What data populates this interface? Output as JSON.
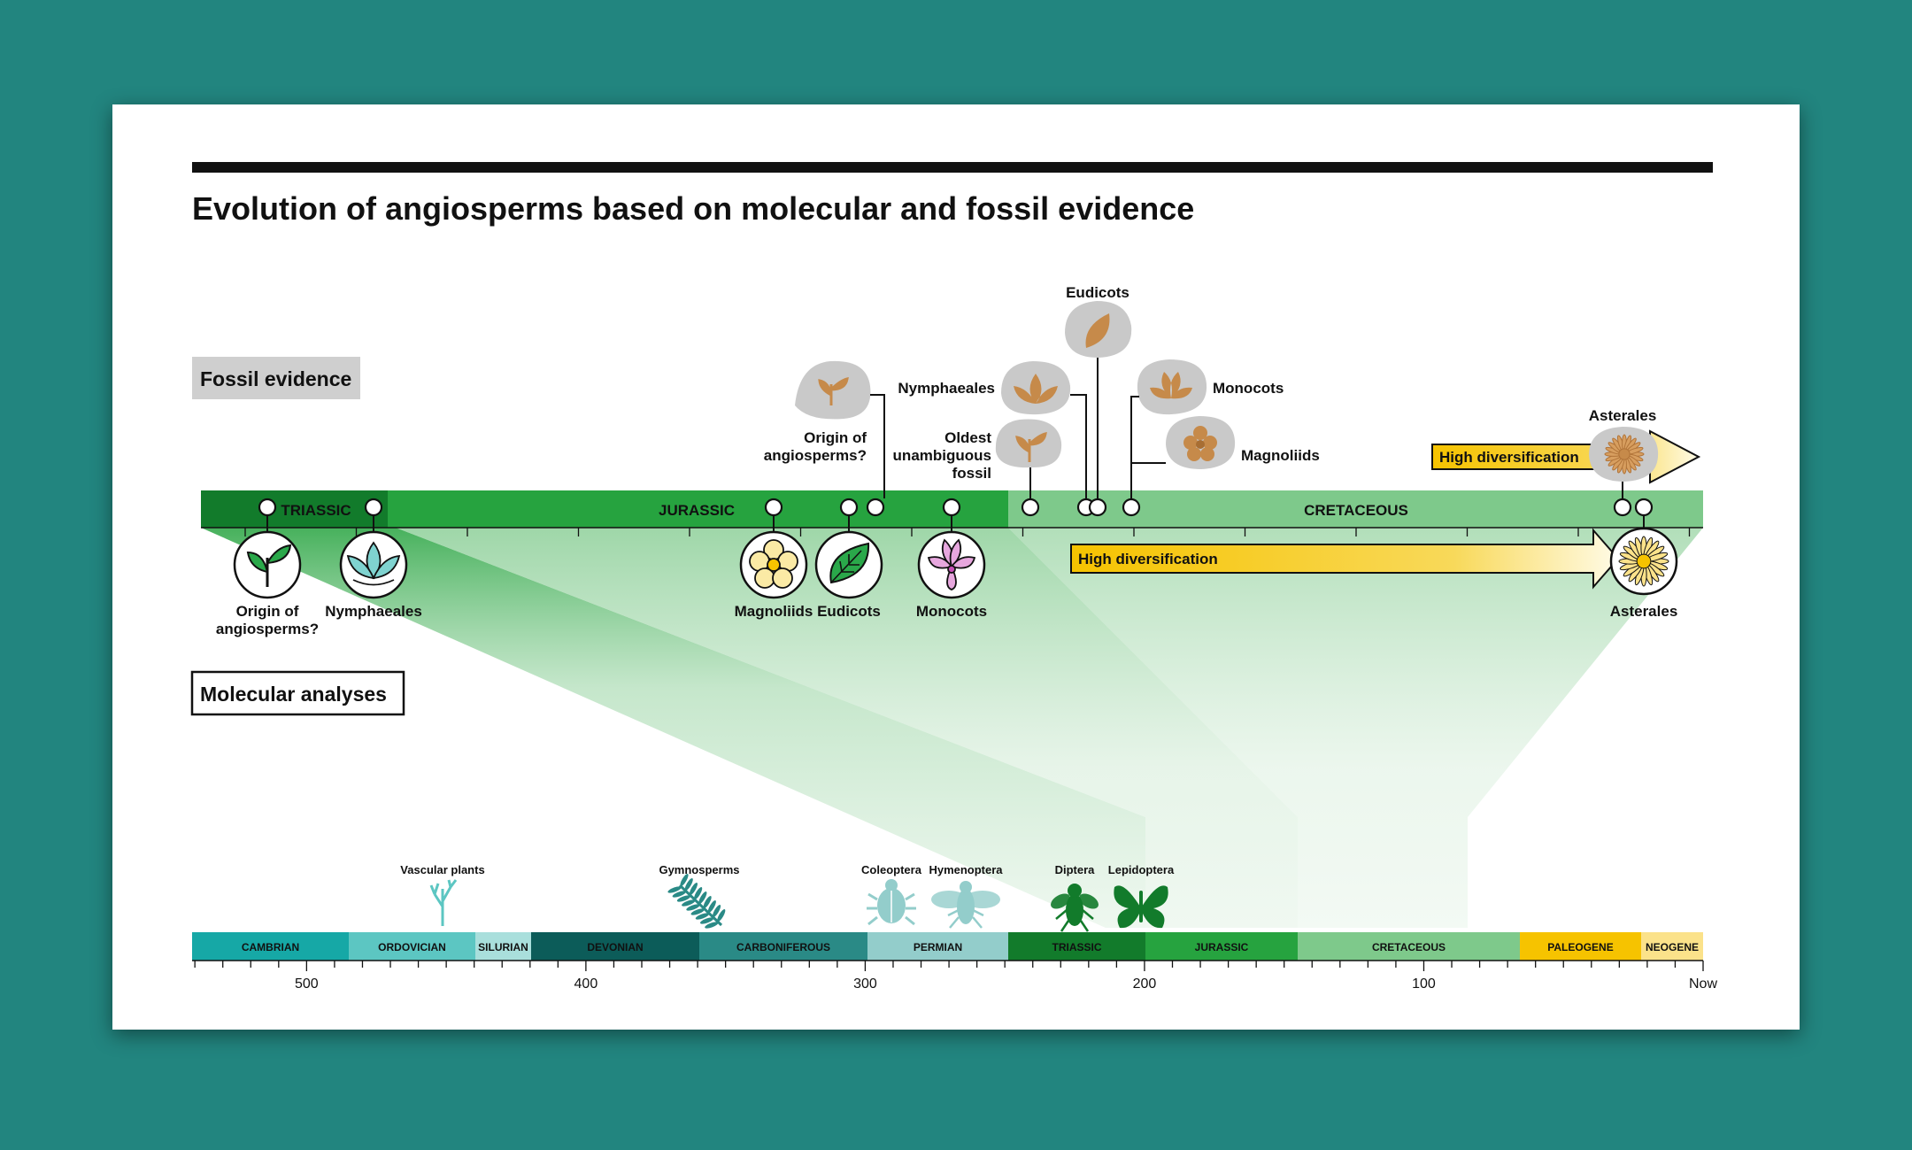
{
  "title": "Evolution of angiosperms based on molecular and fossil evidence",
  "sections": {
    "fossil": "Fossil evidence",
    "molecular": "Molecular analyses"
  },
  "zoom_periods": {
    "triassic": "TRIASSIC",
    "jurassic": "JURASSIC",
    "cretaceous": "CRETACEOUS"
  },
  "fossil_labels": {
    "origin_1": "Origin of",
    "origin_2": "angiosperms?",
    "oldest_1": "Oldest",
    "oldest_2": "unambiguous",
    "oldest_3": "fossil",
    "nymphaeales": "Nymphaeales",
    "eudicots": "Eudicots",
    "monocots": "Monocots",
    "magnoliids": "Magnoliids",
    "asterales": "Asterales",
    "high_div": "High diversification"
  },
  "molecular_labels": {
    "origin_1": "Origin of",
    "origin_2": "angiosperms?",
    "nymphaeales": "Nymphaeales",
    "magnoliids": "Magnoliids",
    "eudicots": "Eudicots",
    "monocots": "Monocots",
    "asterales": "Asterales",
    "high_div": "High diversification"
  },
  "organisms": {
    "vascular_plants": "Vascular plants",
    "gymnosperms": "Gymnosperms",
    "coleoptera": "Coleoptera",
    "hymenoptera": "Hymenoptera",
    "diptera": "Diptera",
    "lepidoptera": "Lepidoptera"
  },
  "timeline_periods": [
    {
      "name": "CAMBRIAN",
      "color": "#16a8a6"
    },
    {
      "name": "ORDOVICIAN",
      "color": "#5cc6c2"
    },
    {
      "name": "SILURIAN",
      "color": "#a9dfdc"
    },
    {
      "name": "DEVONIAN",
      "color": "#0c5c59"
    },
    {
      "name": "CARBONIFEROUS",
      "color": "#2a8a86"
    },
    {
      "name": "PERMIAN",
      "color": "#93cdcb"
    },
    {
      "name": "TRIASSIC",
      "color": "#127b2b"
    },
    {
      "name": "JURASSIC",
      "color": "#26a33f"
    },
    {
      "name": "CRETACEOUS",
      "color": "#7ec98b"
    },
    {
      "name": "PALEOGENE",
      "color": "#f6c300"
    },
    {
      "name": "NEOGENE",
      "color": "#fbe28a"
    }
  ],
  "timeline_ticks": [
    "500",
    "400",
    "300",
    "200",
    "100",
    "Now"
  ],
  "colors": {
    "background": "#22857f",
    "zoom_triassic": "#127b2b",
    "zoom_jurassic": "#26a33f",
    "zoom_cretaceous": "#7ec98b",
    "arrow_yellow": "#f6c300",
    "fossil_stone": "#c9c9c9",
    "fossil_print": "#c68a4a"
  }
}
